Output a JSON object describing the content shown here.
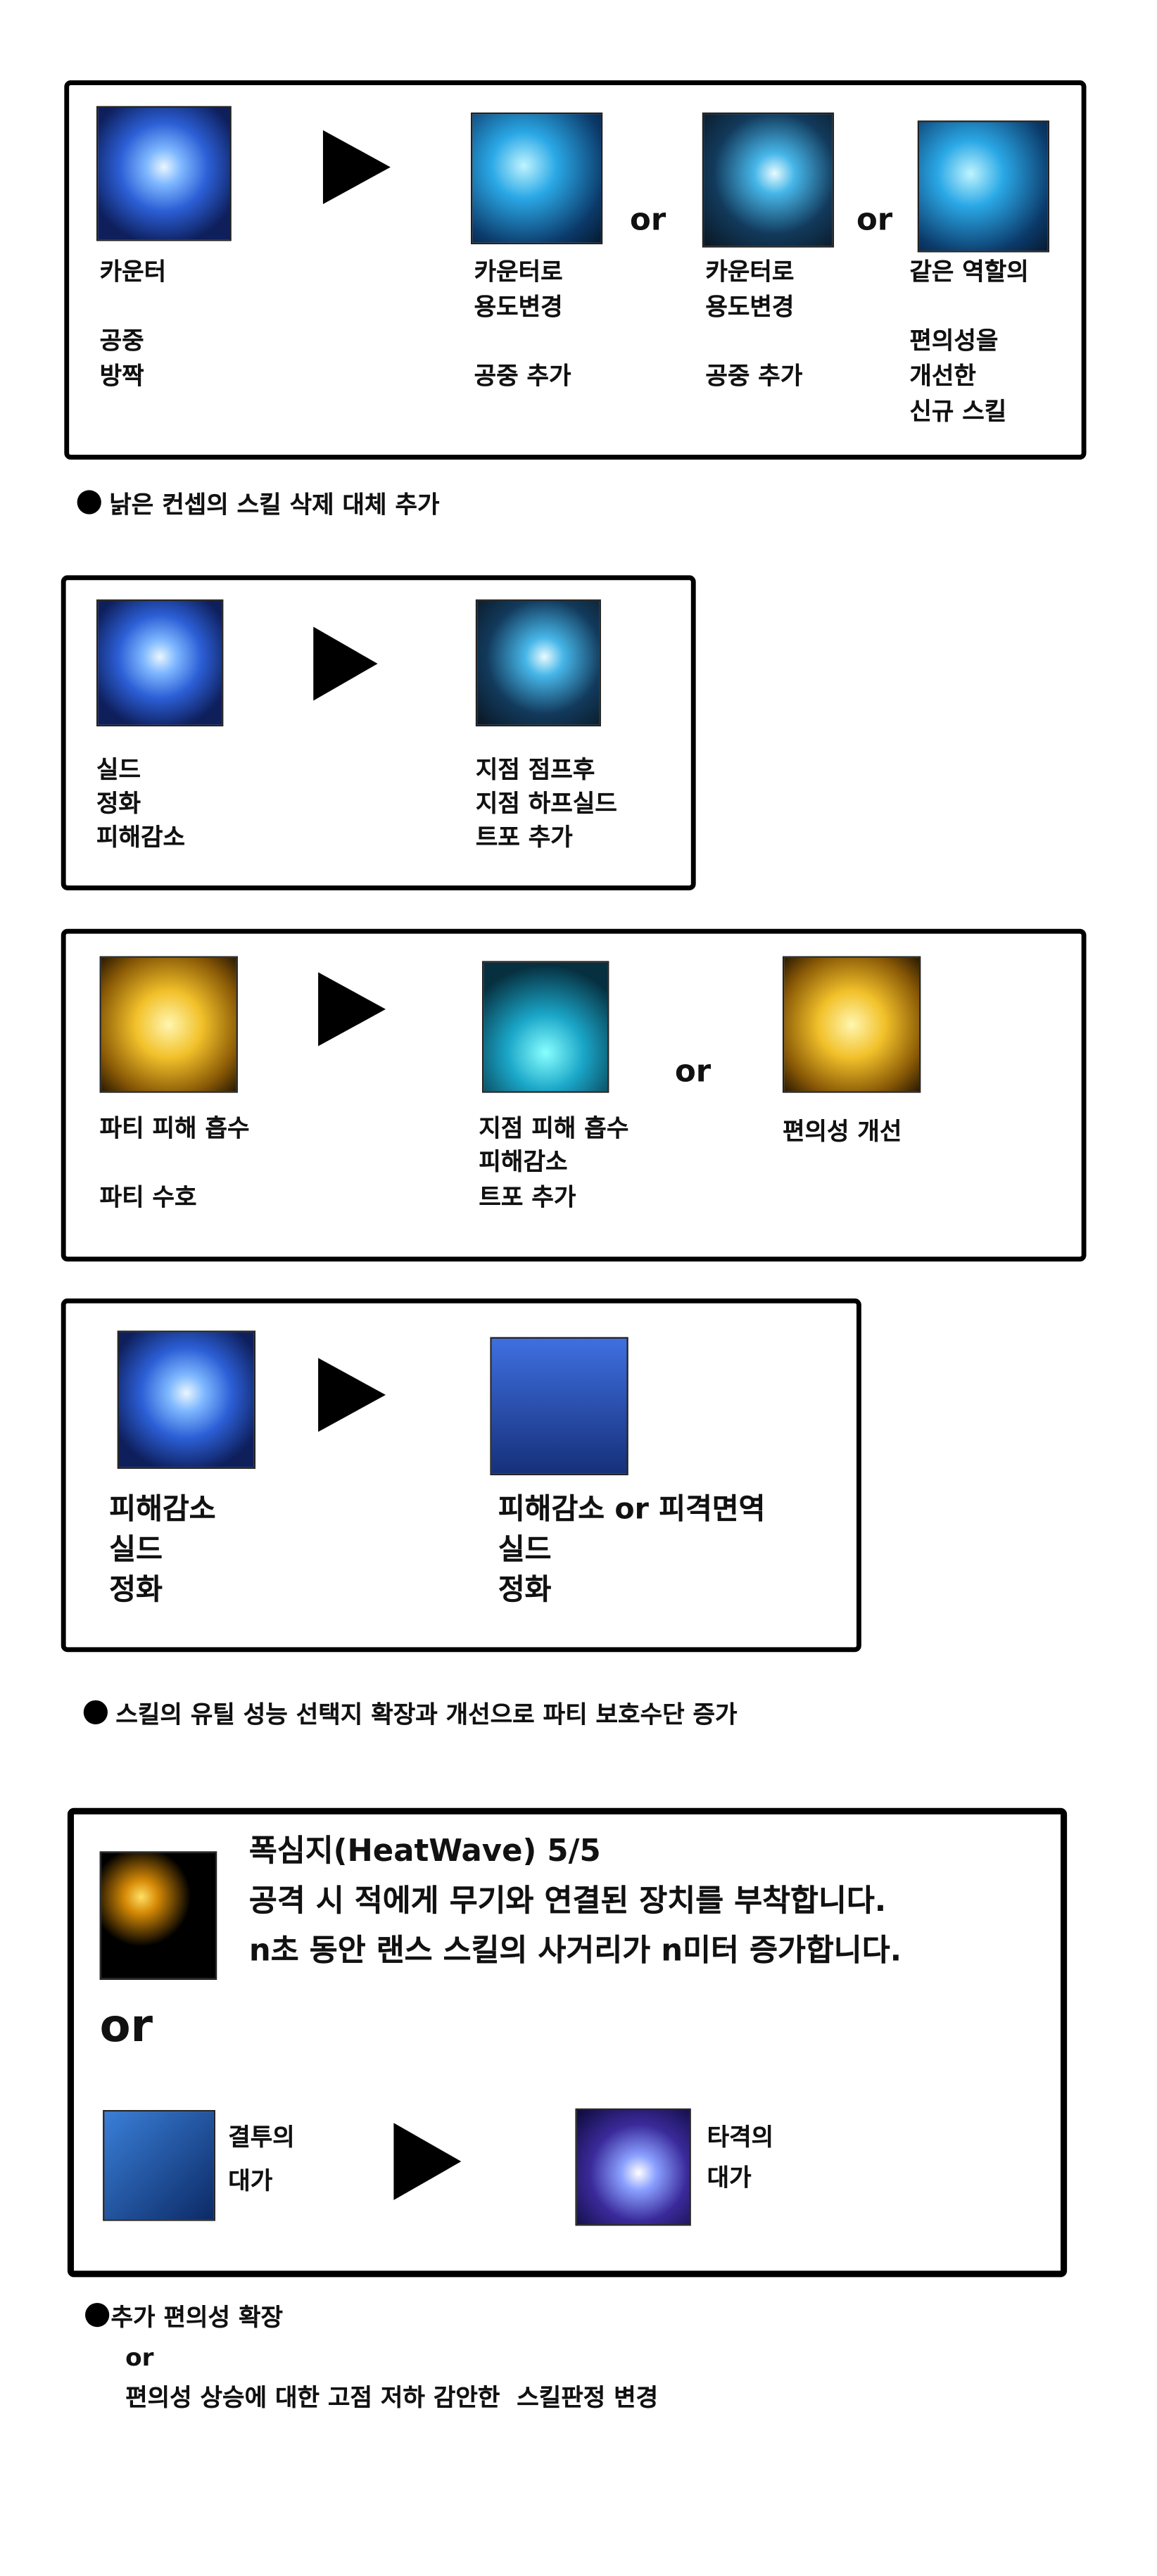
{
  "section1": {
    "col1": {
      "icon": "counter-skill-icon",
      "lines": [
        "카운터",
        "공중",
        "방짝"
      ]
    },
    "col2": {
      "icon": "air-slash-skill-icon",
      "lines": [
        "카운터로",
        "용도변경",
        "공중 추가"
      ]
    },
    "col3": {
      "icon": "ground-strike-skill-icon",
      "lines": [
        "카운터로",
        "용도변경",
        "공중 추가"
      ]
    },
    "col4": {
      "icon": "spear-thrust-skill-icon",
      "lines": [
        "같은 역할의",
        "편의성을",
        "개선한",
        "신규 스킬"
      ]
    },
    "or1": "or",
    "or2": "or",
    "bullet": "낡은 컨셉의 스킬 삭제 대체 추가"
  },
  "section2": {
    "col1": {
      "icon": "shield-orb-skill-icon",
      "lines": [
        "실드",
        "정화",
        "피해감소"
      ]
    },
    "col2": {
      "icon": "ground-strike-skill-icon",
      "lines": [
        "지점 점프후",
        "지점 하프실드",
        "트포 추가"
      ]
    }
  },
  "section3": {
    "col1": {
      "icon": "golden-barrier-skill-icon",
      "lines": [
        "파티 피해 흡수",
        "파티 수호"
      ]
    },
    "col2": {
      "icon": "ground-barrier-skill-icon",
      "lines": [
        "지점 피해 흡수",
        "피해감소",
        "트포 추가"
      ]
    },
    "or": "or",
    "col3": {
      "icon": "golden-barrier-skill-icon",
      "lines": [
        "편의성 개선"
      ]
    }
  },
  "section4": {
    "col1": {
      "icon": "shield-orb-skill-icon",
      "lines": [
        "피해감소",
        "실드",
        "정화"
      ]
    },
    "col2": {
      "icon": "crest-shield-skill-icon",
      "lines": [
        "피해감소 or 피격면역",
        "실드",
        "정화"
      ]
    },
    "bullet": "스킬의 유틸 성능 선택지 확장과 개선으로 파티 보호수단 증가"
  },
  "section5": {
    "title": "폭심지(HeatWave) 5/5",
    "desc1": "공격 시 적에게 무기와 연결된 장치를 부착합니다.",
    "desc2": "n초 동안 랜스 스킬의 사거리가 n미터 증가합니다.",
    "or": "or",
    "from": {
      "icon": "duel-price-skill-icon",
      "lines": [
        "결투의",
        "대가"
      ]
    },
    "to": {
      "icon": "strike-price-skill-icon",
      "lines": [
        "타격의",
        "대가"
      ]
    }
  },
  "footer": {
    "line1": "추가 편의성 확장",
    "line2": "or",
    "line3": "편의성 상승에 대한 고점 저하 감안한  스킬판정 변경"
  }
}
